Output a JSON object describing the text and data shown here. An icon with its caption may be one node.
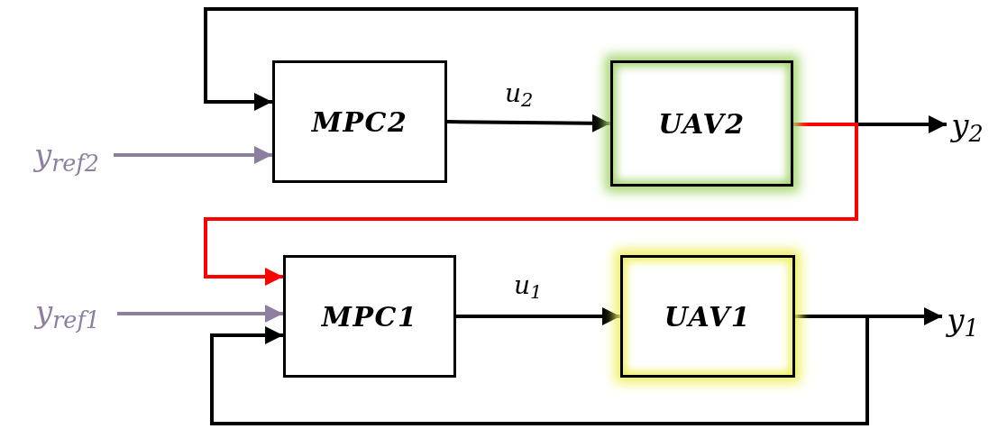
{
  "diagram": {
    "nodes": [
      {
        "text": [
          "MPC2"
        ]
      },
      {
        "text": [
          "UAV2"
        ]
      },
      {
        "text": [
          "MPC1"
        ]
      },
      {
        "text": [
          "UAV1"
        ]
      },
      {
        "text": [
          "y$_{ref2}$"
        ]
      },
      {
        "text": [
          "y$_{ref1}$"
        ]
      },
      {
        "text": [
          "y$_{2}$"
        ]
      },
      {
        "text": [
          "y$_{1}$"
        ]
      }
    ],
    "edges": [
      {
        "from": 0,
        "to": 1,
        "arrow": "to",
        "label": "u$_{2}$"
      },
      {
        "from": 1,
        "to": 6,
        "arrow": "to"
      },
      {
        "from": 1,
        "to": 0,
        "arrow": "to"
      },
      {
        "from": 1,
        "to": 2,
        "arrow": "to",
        "color": "#ff0000"
      },
      {
        "from": 4,
        "to": 0,
        "arrow": "to",
        "color": "#8e7ea0"
      },
      {
        "from": 5,
        "to": 2,
        "arrow": "to",
        "color": "#8e7ea0"
      },
      {
        "from": 2,
        "to": 3,
        "arrow": "to",
        "label": "u$_{1}$"
      },
      {
        "from": 3,
        "to": 7,
        "arrow": "to"
      },
      {
        "from": 3,
        "to": 2,
        "arrow": "to"
      }
    ]
  }
}
